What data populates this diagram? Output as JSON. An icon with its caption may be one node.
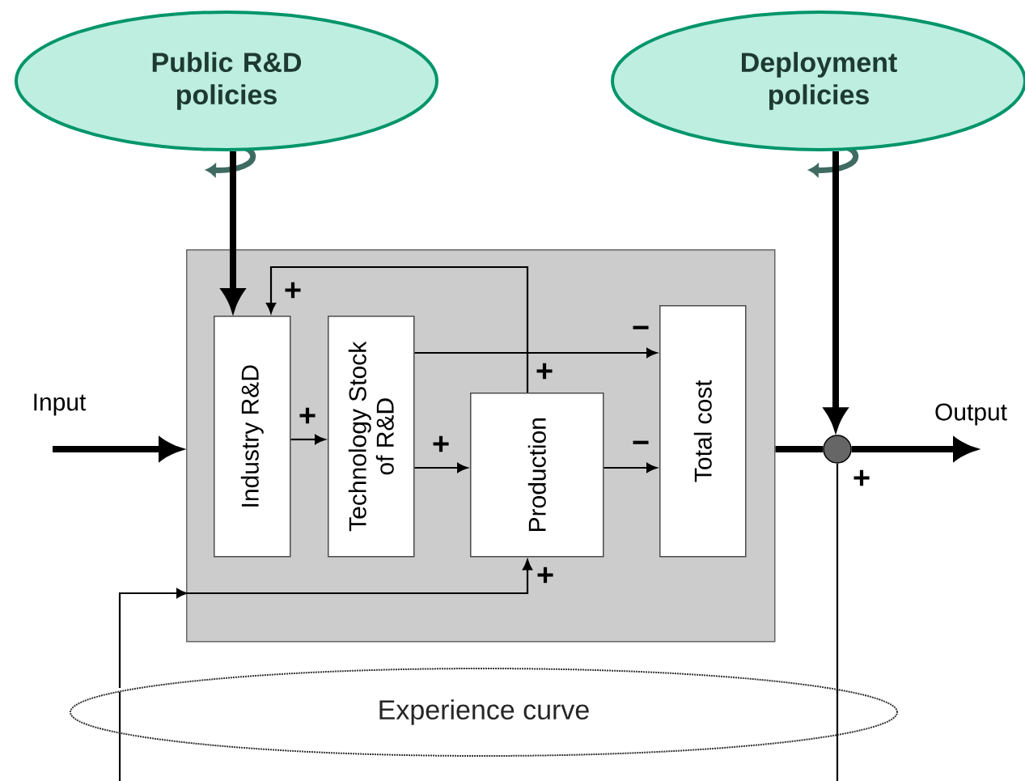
{
  "diagram": {
    "nodes": [
      {
        "text": [
          "Public R&D policies"
        ]
      },
      {
        "text": [
          "Deployment policies"
        ]
      },
      {
        "text": [],
        "shape": "box"
      },
      {
        "text": [
          "Industry R&D"
        ],
        "in": 2
      },
      {
        "text": [
          "Technology Stock of R&D"
        ],
        "in": 2
      },
      {
        "text": [
          "Production"
        ],
        "in": 2
      },
      {
        "text": [
          "Total cost"
        ],
        "in": 2
      },
      {
        "text": [],
        "shape": "circle"
      },
      {
        "text": [
          "Experience curve"
        ]
      }
    ],
    "edges": [
      {
        "from": 0,
        "to": 3,
        "arrow": "to",
        "style": "thick"
      },
      {
        "from": 1,
        "to": 7,
        "arrow": "to",
        "style": "thick"
      },
      {
        "from": null,
        "to": 2,
        "arrow": "to",
        "style": "thick",
        "label": "Input"
      },
      {
        "from": 2,
        "to": 7,
        "arrow": "none",
        "style": "thick"
      },
      {
        "from": 7,
        "to": null,
        "arrow": "to",
        "style": "thick",
        "label": "Output"
      },
      {
        "from": 3,
        "to": 4,
        "arrow": "to",
        "label": "+"
      },
      {
        "from": 4,
        "to": 5,
        "arrow": "to",
        "label": "+"
      },
      {
        "from": 4,
        "to": 6,
        "arrow": "to",
        "label": "−"
      },
      {
        "from": 5,
        "to": 6,
        "arrow": "to",
        "label": "−"
      },
      {
        "from": 5,
        "to": 3,
        "arrow": "to",
        "label": "+"
      },
      {
        "from": 7,
        "to": 8,
        "arrow": "none"
      },
      {
        "from": 8,
        "to": 5,
        "arrow": "to",
        "label": "+"
      }
    ],
    "labels": [
      "+",
      "+"
    ]
  }
}
